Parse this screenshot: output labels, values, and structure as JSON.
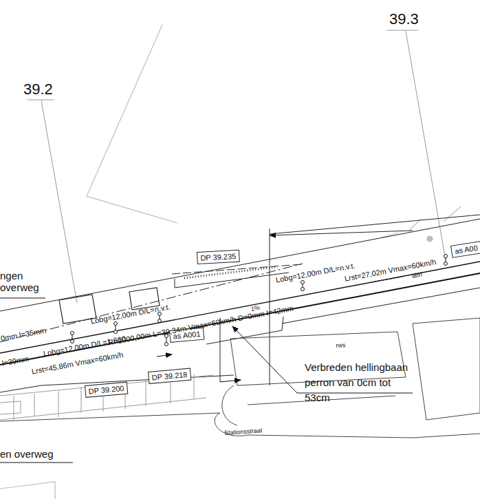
{
  "diagram": {
    "nodes": [
      {
        "text": [
          "DP 39.235"
        ]
      },
      {
        "text": [
          "as A00"
        ]
      },
      {
        "text": [
          "as A001"
        ]
      },
      {
        "text": [
          "DP 39.218"
        ]
      },
      {
        "text": [
          "DP 39.200"
        ]
      }
    ],
    "labels": [
      "39.2",
      "39.3",
      "ngen overweg",
      "en overweg",
      "0mm l=35mm",
      "l=39mm",
      "Lobg=12,00m D/L=1:600",
      "Lrst=45,86m Vmax=60km/h",
      "Lobg=12,00m D/L=n.v.t.",
      "R=1000,00m L=39,34m Vmax=60km/h D=0mm I=42mm",
      "Lobg=12,00m D/L=n.v.t.",
      "Lrst=27,02m Vmax=60km/h",
      "Verbreden hellingbaan perron van 0cm tot 53cm",
      "rws",
      "abri",
      "Stationsstraat",
      "1%"
    ]
  }
}
